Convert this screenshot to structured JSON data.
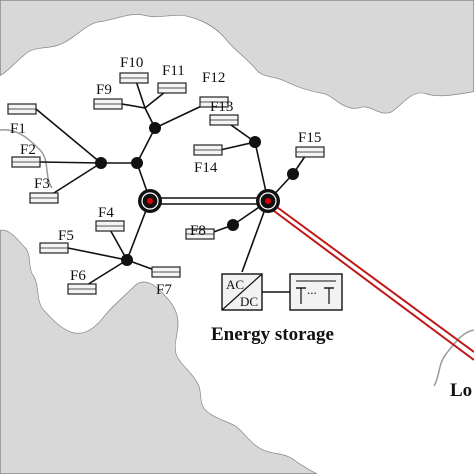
{
  "feeders": {
    "F1": "F1",
    "F2": "F2",
    "F3": "F3",
    "F4": "F4",
    "F5": "F5",
    "F6": "F6",
    "F7": "F7",
    "F8": "F8",
    "F9": "F9",
    "F10": "F10",
    "F11": "F11",
    "F12": "F12",
    "F13": "F13",
    "F14": "F14",
    "F15": "F15"
  },
  "storage": {
    "ac": "AC",
    "dc": "DC",
    "battery_dots": "...",
    "caption": "Energy storage"
  },
  "offpage_label": "Lo",
  "colors": {
    "map_fill": "#d8d8d8",
    "map_stroke": "#8a8a8a",
    "line": "#111111",
    "hub_dot": "#e00000",
    "transmission": "#c01818"
  }
}
